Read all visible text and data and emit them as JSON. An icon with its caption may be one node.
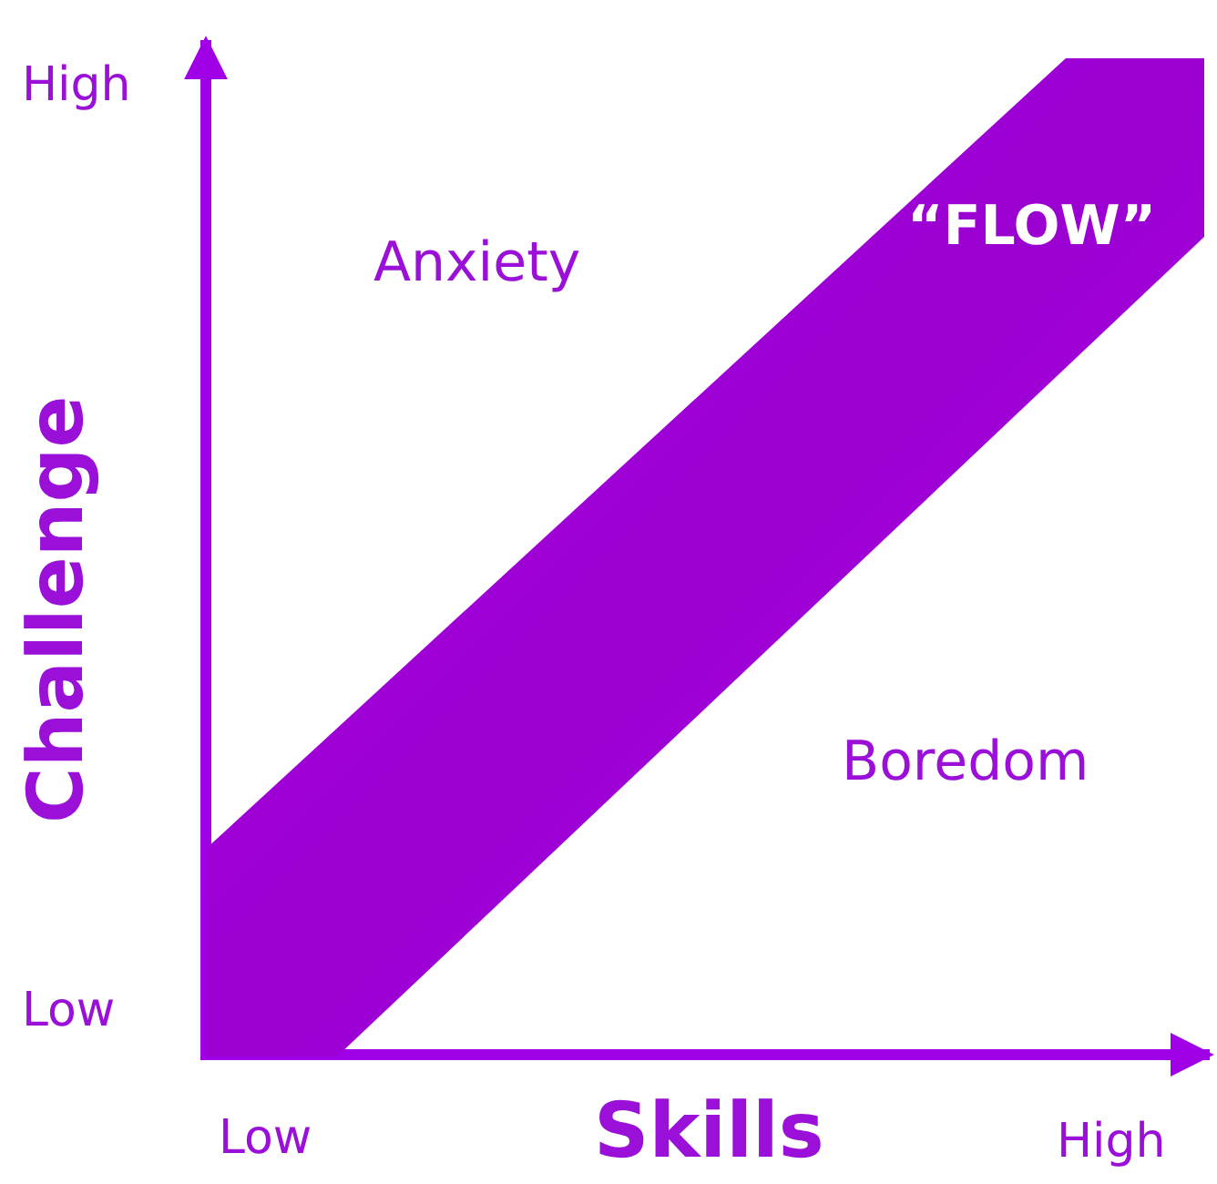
{
  "diagram": {
    "nodes": [
      {
        "text": [
          "“FLOW”"
        ]
      }
    ],
    "edges": [],
    "labels": [
      "High",
      "Anxiety",
      "Challenge",
      "Boredom",
      "Low",
      "Low",
      "Skills",
      "High"
    ]
  }
}
